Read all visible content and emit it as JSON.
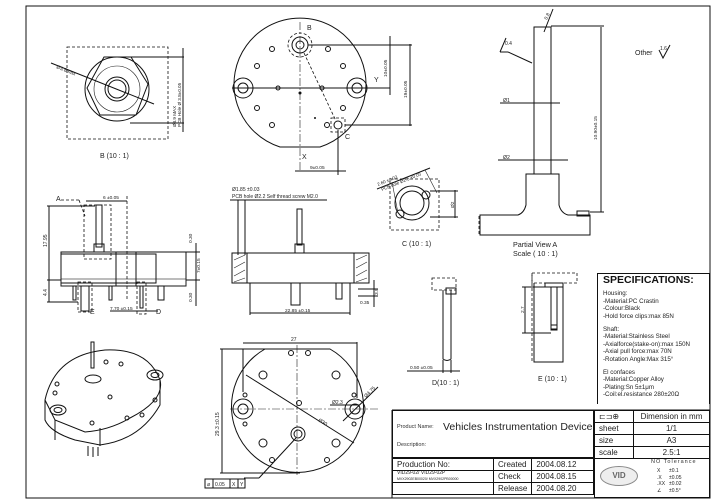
{
  "drawing": {
    "views": {
      "detail_b": {
        "label": "B (10 : 1)",
        "dim_diameter": "Ø3.8max",
        "dim_pcb_1": "Ø3.9 MAX",
        "dim_pcb_2": "PCB Hole Ø 3.8±0.05"
      },
      "top_view": {
        "label_b": "B",
        "label_c": "C",
        "label_x": "X",
        "label_y": "Y",
        "dim_10": "10±0.05",
        "dim_19": "19±0.05",
        "dim_9": "9±0.05"
      },
      "partial_view_a": {
        "label_line1": "Partial View A",
        "label_line2": "Scale ( 10 : 1)",
        "dim_height": "10.90±0.15",
        "dim_d1": "Ø1",
        "dim_d2": "Ø2",
        "roughness_08": "0.8",
        "roughness_04": "0.4",
        "other_label": "Other",
        "other_roughness": "1.6"
      },
      "side_view": {
        "label_a": "A",
        "label_d": "D",
        "label_e": "E",
        "dim_6": "6 ±0.05",
        "dim_17": "17.95",
        "dim_44": "4.4",
        "dim_030a": "0.30",
        "dim_7": "7±0.15",
        "dim_030b": "0.30",
        "dim_770": "7.70 ±0.15"
      },
      "section_view": {
        "note_line1": "Ø1.85 ±0.03",
        "note_line2": "PCB hole Ø2.2  Self thread screw M2.0",
        "dim_39": "3.9",
        "dim_035": "0.35",
        "dim_2285": "22.85 ±0.15"
      },
      "detail_c": {
        "label": "C (10 : 1)",
        "note_1": "2.60 ±0.03",
        "note_2": "PCB hole Ø2.5 ±0.05",
        "dim_2": "Ø2"
      },
      "detail_d": {
        "label": "D(10 : 1)",
        "dim": "0.50 ±0.05"
      },
      "detail_e": {
        "label": "E (10 : 1)",
        "dim": "2.7"
      },
      "bottom_view": {
        "dim_27": "27",
        "dim_293": "29.3 ±0.15",
        "dim_d30": "Ø30",
        "dim_d23": "Ø2.3",
        "dim_d475": "Ø4.75",
        "tolerance_symbol": "⌀",
        "tolerance_value": "0.05",
        "datum_x": "X",
        "datum_y": "Y"
      }
    }
  },
  "specifications": {
    "title": "SPECIFICATIONS:",
    "groups": [
      {
        "heading": "Housing:",
        "items": [
          "-Material:PC Crastin",
          "-Colour:Black",
          "-Hold force clips:max 85N"
        ]
      },
      {
        "heading": "Shaft:",
        "items": [
          "-Material:Stainless Steel",
          "-Axialforce(stake-on):max 150N",
          "-Axial pull force:max 70N",
          "-Rotation Angle:Max 315°"
        ]
      },
      {
        "heading": "El confaces",
        "items": [
          "-Material:Copper Alloy",
          "-Plating:Sn  5±1μm",
          "-Coil:el.resistance 280±20Ω"
        ]
      }
    ]
  },
  "title_block": {
    "product_name_label": "Product Name:",
    "product_name": "Vehicles Instrumentation Device",
    "description_label": "Description:",
    "projection_symbol": "⊏⊐⊕",
    "dimension_unit": "Dimension in mm",
    "sheet_label": "sheet",
    "sheet_value": "1/1",
    "size_label": "size",
    "size_value": "A3",
    "scale_label": "scale",
    "scale_value": "2.5:1",
    "production_no_label": "Production No:",
    "production_no_line1": "VID29-02/ VID29-02P",
    "production_no_line2": "MVX2902EB00020/ MVX2902PB00000",
    "created_label": "Created",
    "created_value": "2004.08.12",
    "check_label": "Check",
    "check_value": "2004.08.15",
    "release_label": "Release",
    "release_value": "2004.08.20",
    "logo_text": "VID",
    "tolerance_title": "NO Tolerance",
    "tolerances": [
      {
        "key": "X",
        "value": "±0.1"
      },
      {
        "key": ".X",
        "value": "±0.05"
      },
      {
        "key": ".XX",
        "value": "±0.02"
      },
      {
        "key": "∠",
        "value": "±0.5°"
      }
    ]
  }
}
